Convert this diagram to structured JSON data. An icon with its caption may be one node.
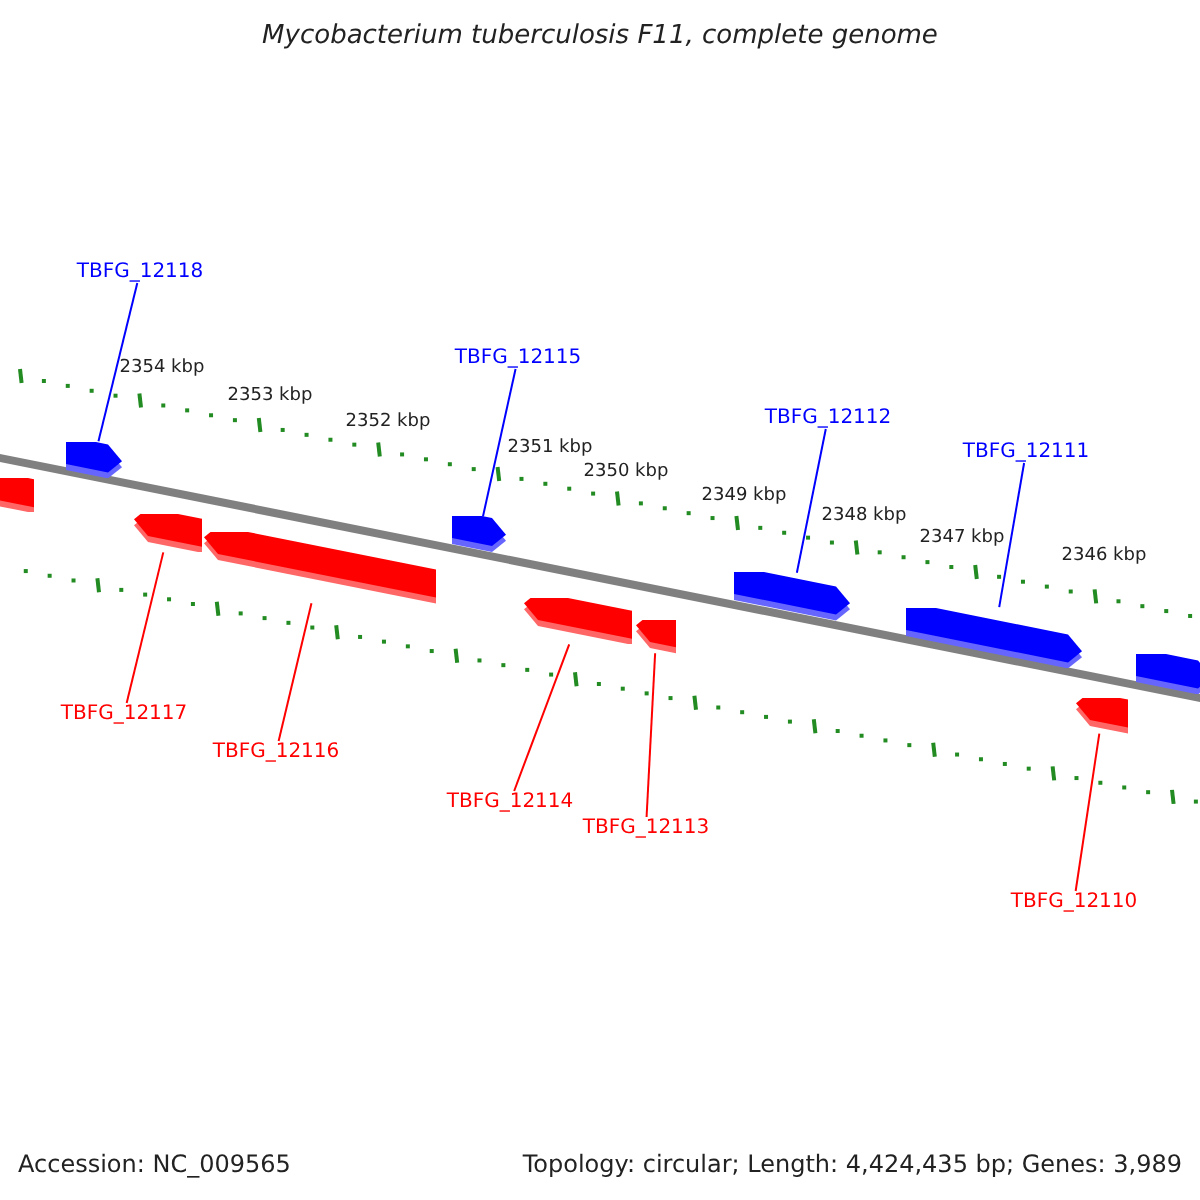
{
  "diagram": {
    "title": "Mycobacterium tuberculosis F11, complete genome",
    "nodes": [
      {
        "text": [
          "TBFG_12118"
        ]
      },
      {
        "text": [],
        "shape": "bar"
      },
      {
        "text": [
          "TBFG_12115"
        ]
      },
      {
        "text": [],
        "shape": "bar"
      },
      {
        "text": [
          "TBFG_12112"
        ]
      },
      {
        "text": [],
        "shape": "bar"
      },
      {
        "text": [
          "TBFG_12111"
        ]
      },
      {
        "text": [],
        "shape": "bar"
      },
      {
        "text": [],
        "shape": "bar"
      },
      {
        "text": [],
        "shape": "bar"
      },
      {
        "text": [],
        "shape": "bar"
      },
      {
        "text": [],
        "shape": "bar"
      },
      {
        "text": [],
        "shape": "bar"
      },
      {
        "text": [],
        "shape": "bar"
      },
      {
        "text": [],
        "shape": "bar"
      },
      {
        "text": [
          "TBFG_12117"
        ]
      },
      {
        "text": [
          "TBFG_12116"
        ]
      },
      {
        "text": [
          "TBFG_12114"
        ]
      },
      {
        "text": [
          "TBFG_12113"
        ]
      },
      {
        "text": [
          "TBFG_12110"
        ]
      }
    ],
    "edges": [
      {
        "from": 0,
        "to": 1,
        "arrow": "none",
        "color": "#0000ff"
      },
      {
        "from": 2,
        "to": 3,
        "arrow": "none",
        "color": "#0000ff"
      },
      {
        "from": 4,
        "to": 5,
        "arrow": "none",
        "color": "#0000ff"
      },
      {
        "from": 6,
        "to": 7,
        "arrow": "none",
        "color": "#0000ff"
      },
      {
        "from": 15,
        "to": 10,
        "arrow": "none"
      },
      {
        "from": 16,
        "to": 11,
        "arrow": "none"
      },
      {
        "from": 17,
        "to": 12,
        "arrow": "none"
      },
      {
        "from": 18,
        "to": 13,
        "arrow": "none"
      },
      {
        "from": 19,
        "to": 14,
        "arrow": "none"
      }
    ],
    "labels": [
      "2354 kbp",
      "2353 kbp",
      "2352 kbp",
      "2351 kbp",
      "2350 kbp",
      "2349 kbp",
      "2348 kbp",
      "2347 kbp",
      "2346 kbp",
      "Accession: NC_009565",
      "Topology: circular; Length: 4,424,435 bp; Genes: 3,989"
    ]
  }
}
